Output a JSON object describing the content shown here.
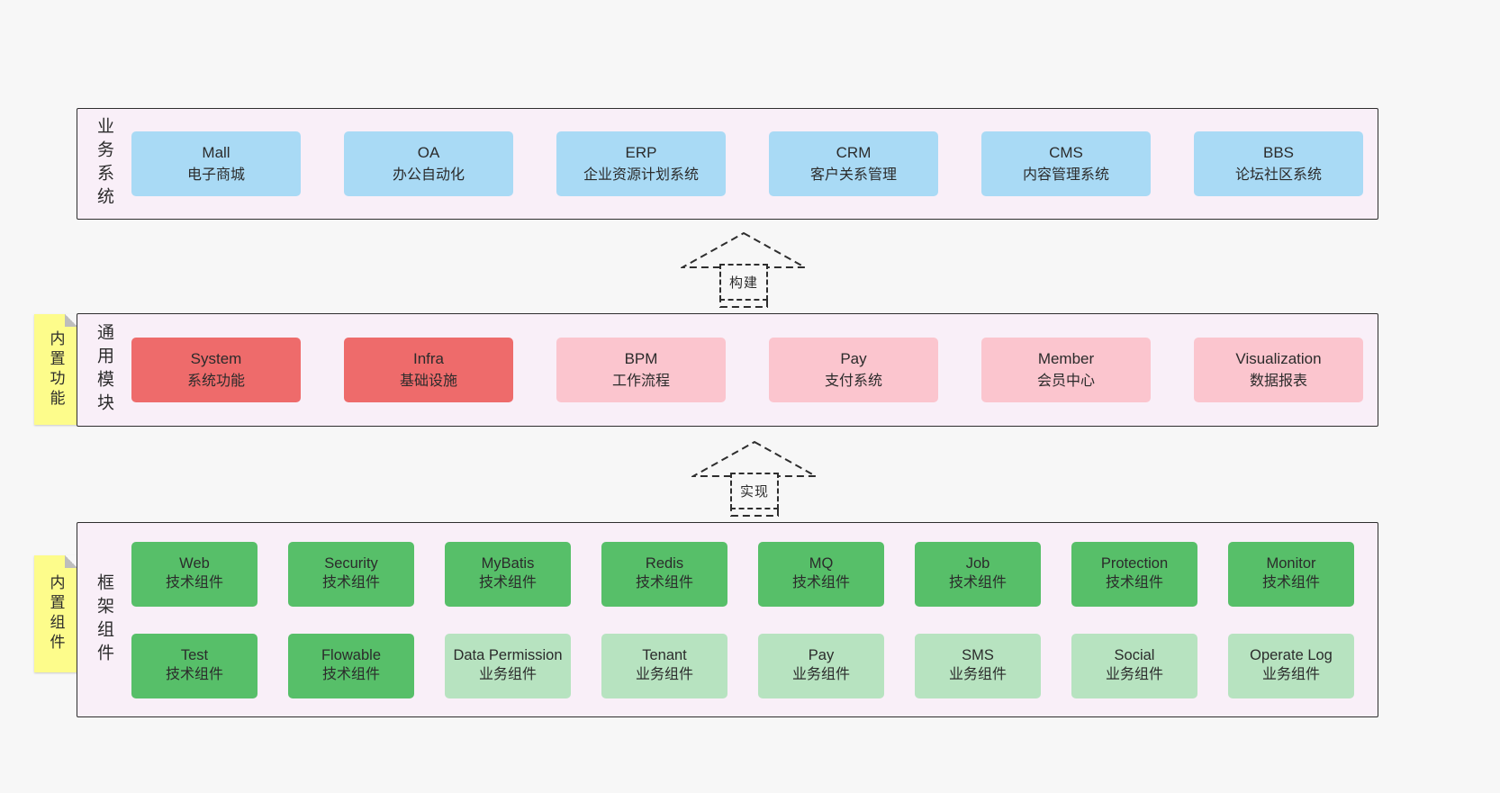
{
  "sections": [
    {
      "name": "business-systems",
      "side_label": "业务系统",
      "sticky": null,
      "box_rows": [
        [
          {
            "title": "Mall",
            "subtitle": "电子商城",
            "variant": "blue"
          },
          {
            "title": "OA",
            "subtitle": "办公自动化",
            "variant": "blue"
          },
          {
            "title": "ERP",
            "subtitle": "企业资源计划系统",
            "variant": "blue"
          },
          {
            "title": "CRM",
            "subtitle": "客户关系管理",
            "variant": "blue"
          },
          {
            "title": "CMS",
            "subtitle": "内容管理系统",
            "variant": "blue"
          },
          {
            "title": "BBS",
            "subtitle": "论坛社区系统",
            "variant": "blue"
          }
        ]
      ]
    },
    {
      "name": "common-modules",
      "side_label": "通用模块",
      "sticky": "内置功能",
      "box_rows": [
        [
          {
            "title": "System",
            "subtitle": "系统功能",
            "variant": "red"
          },
          {
            "title": "Infra",
            "subtitle": "基础设施",
            "variant": "red"
          },
          {
            "title": "BPM",
            "subtitle": "工作流程",
            "variant": "pink"
          },
          {
            "title": "Pay",
            "subtitle": "支付系统",
            "variant": "pink"
          },
          {
            "title": "Member",
            "subtitle": "会员中心",
            "variant": "pink"
          },
          {
            "title": "Visualization",
            "subtitle": "数据报表",
            "variant": "pink"
          }
        ]
      ]
    },
    {
      "name": "framework-components",
      "side_label": "框架组件",
      "sticky": "内置组件",
      "box_rows": [
        [
          {
            "title": "Web",
            "subtitle": "技术组件",
            "variant": "green"
          },
          {
            "title": "Security",
            "subtitle": "技术组件",
            "variant": "green"
          },
          {
            "title": "MyBatis",
            "subtitle": "技术组件",
            "variant": "green"
          },
          {
            "title": "Redis",
            "subtitle": "技术组件",
            "variant": "green"
          },
          {
            "title": "MQ",
            "subtitle": "技术组件",
            "variant": "green"
          },
          {
            "title": "Job",
            "subtitle": "技术组件",
            "variant": "green"
          },
          {
            "title": "Protection",
            "subtitle": "技术组件",
            "variant": "green"
          },
          {
            "title": "Monitor",
            "subtitle": "技术组件",
            "variant": "green"
          }
        ],
        [
          {
            "title": "Test",
            "subtitle": "技术组件",
            "variant": "green"
          },
          {
            "title": "Flowable",
            "subtitle": "技术组件",
            "variant": "green"
          },
          {
            "title": "Data Permission",
            "subtitle": "业务组件",
            "variant": "lightgreen"
          },
          {
            "title": "Tenant",
            "subtitle": "业务组件",
            "variant": "lightgreen"
          },
          {
            "title": "Pay",
            "subtitle": "业务组件",
            "variant": "lightgreen"
          },
          {
            "title": "SMS",
            "subtitle": "业务组件",
            "variant": "lightgreen"
          },
          {
            "title": "Social",
            "subtitle": "业务组件",
            "variant": "lightgreen"
          },
          {
            "title": "Operate Log",
            "subtitle": "业务组件",
            "variant": "lightgreen"
          }
        ]
      ]
    }
  ],
  "arrows": [
    {
      "label": "构建"
    },
    {
      "label": "实现"
    }
  ],
  "colors": {
    "blue": "#a9daf5",
    "red": "#ee6b6b",
    "pink": "#fbc5ce",
    "green": "#57bf69",
    "lightgreen": "#b7e3c0",
    "section_bg": "#f9eff8",
    "sticky_yellow": "#fdfc8b",
    "page_bg": "#f7f7f7",
    "border": "#2e2e2e",
    "text": "#2b2b2b"
  }
}
